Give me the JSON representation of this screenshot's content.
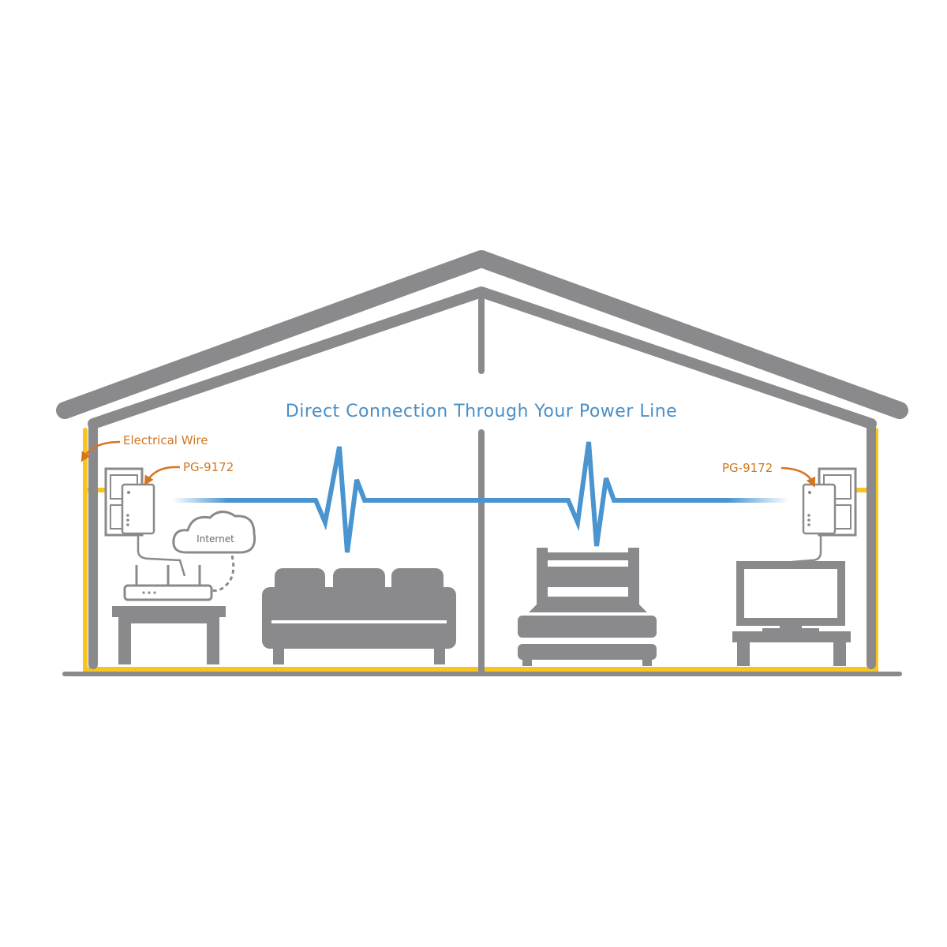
{
  "title": "Direct Connection Through Your Power Line",
  "labels": {
    "electrical_wire": "Electrical Wire",
    "adapter_left": "PG-9172",
    "adapter_right": "PG-9172",
    "internet": "Internet"
  },
  "icons": {
    "adapter": "powerline-adapter-icon",
    "outlet": "wall-outlet-icon",
    "router": "router-icon",
    "cloud": "cloud-icon",
    "sofa": "sofa-icon",
    "bed": "bed-icon",
    "tv": "tv-icon",
    "signal": "signal-wave-icon"
  },
  "colors": {
    "structure": "#8a8a8c",
    "wire": "#f7c51e",
    "signal": "#4a94cf",
    "title": "#4a8fc6",
    "callout": "#d2761f",
    "furniture": "#8a8a8c",
    "background": "#ffffff"
  }
}
